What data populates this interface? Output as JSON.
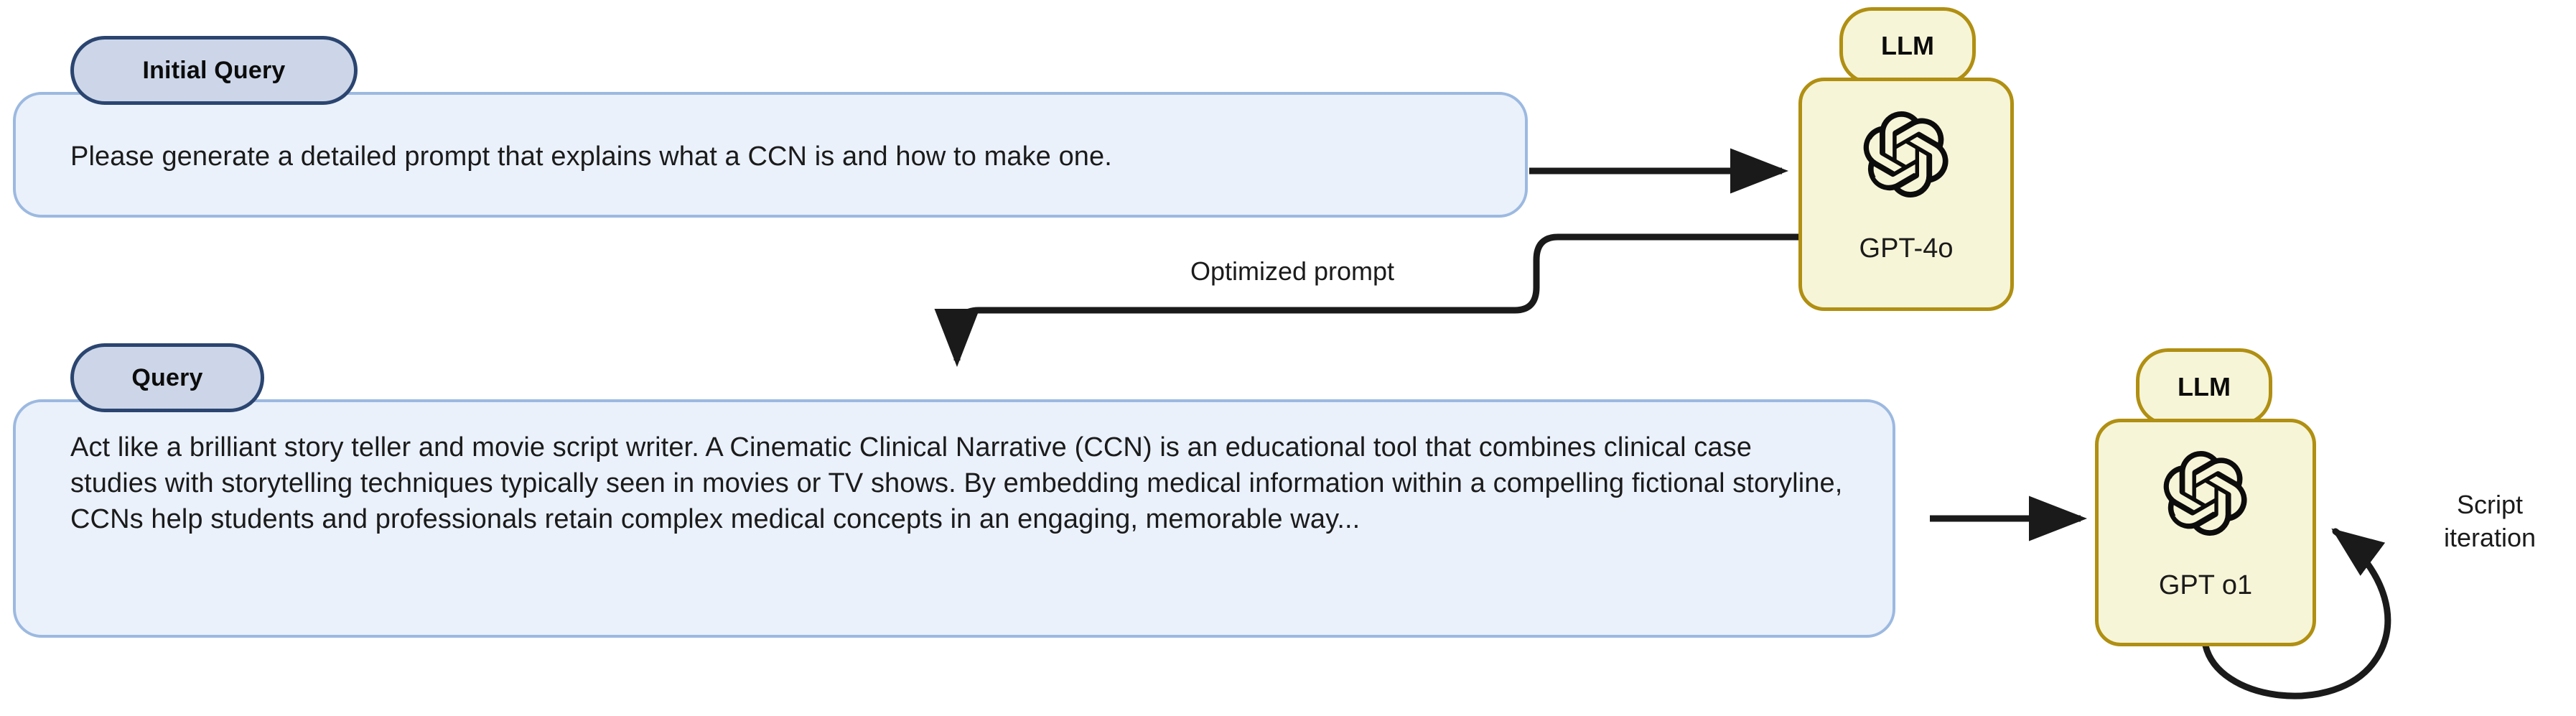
{
  "diagram": {
    "title": "Prompt optimization and script iteration pipeline",
    "colors": {
      "query_fill": "#eaf1fb",
      "query_border": "#9cb9e0",
      "badge_fill": "#ccd6e8",
      "badge_border": "#2b4570",
      "llm_fill": "#f7f5d7",
      "llm_border": "#b08f12",
      "connector": "#1a1a1a",
      "text": "#1b1b1b",
      "background": "#ffffff"
    }
  },
  "initial_query": {
    "badge_label": "Initial Query",
    "text": "Please generate a detailed prompt that explains what a CCN is and how to make one."
  },
  "optimized_query": {
    "badge_label": "Query",
    "text": "Act like a brilliant story teller and movie script writer. A Cinematic Clinical Narrative (CCN) is an educational tool that combines clinical case studies with storytelling techniques typically seen in movies or TV shows. By embedding medical information within a compelling fictional storyline, CCNs help students and professionals retain complex medical concepts in an engaging, memorable way..."
  },
  "llm_top": {
    "tab_label": "LLM",
    "model_label": "GPT-4o",
    "icon": "openai-logo-icon"
  },
  "llm_bottom": {
    "tab_label": "LLM",
    "model_label": "GPT o1",
    "icon": "openai-logo-icon"
  },
  "edges": {
    "optimized_prompt_label": "Optimized prompt",
    "script_iteration_label": "Script\niteration"
  }
}
